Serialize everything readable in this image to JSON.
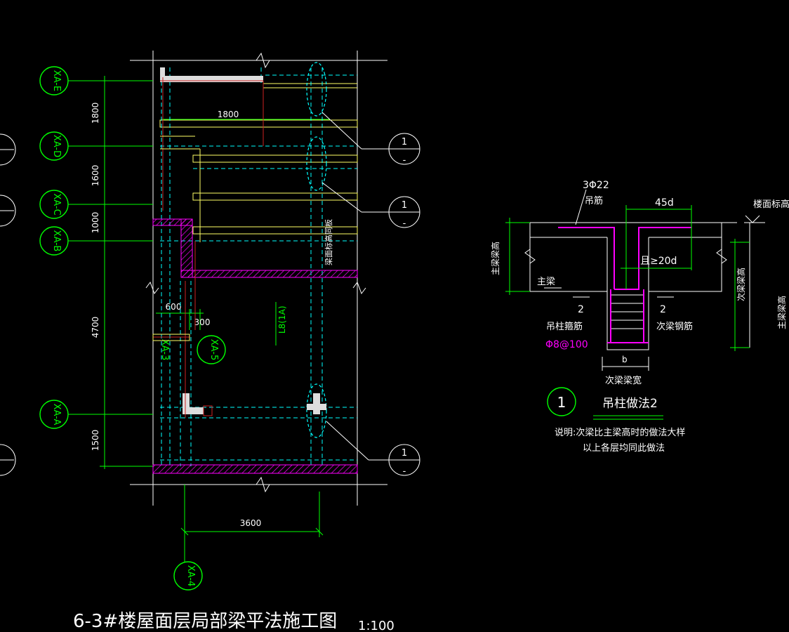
{
  "colors": {
    "background": "#000000",
    "axis_line": "#ffffff",
    "bubble": "#00ff00",
    "dimension": "#00ff00",
    "beam_dashed": "#00ffff",
    "beam_yellow": "#ffff66",
    "hatch_magenta": "#ff00ff",
    "wall_gray": "#e0e0e0",
    "dark_red": "#cc2222",
    "title_white": "#ffffff"
  },
  "plan": {
    "axis_bubbles_left": [
      "XA-E",
      "XA-D",
      "XA-C",
      "XA-B",
      "XA-A"
    ],
    "axis_bubble_bottom": "XA-4",
    "inner_bubbles": [
      "XA-3",
      "XA-5"
    ],
    "vertical_dims": [
      "1800",
      "1600",
      "1000",
      "4700",
      "1500"
    ],
    "horizontal_dims": {
      "beam_span": "1800",
      "small_600": "600",
      "small_300": "300",
      "bottom_span": "3600"
    },
    "beam_label": "L8(1A)",
    "vertical_note": "梁面标高同板",
    "detail_refs": [
      "1",
      "1",
      "1"
    ],
    "detail_ref_sub": "-"
  },
  "detail": {
    "top_rebar": "3Φ22",
    "hanging_bar": "吊筋",
    "anchor_45d": "45d",
    "floor_elev": "楼面标高",
    "anchor_20d": "且≥20d",
    "main_beam_height": "主梁梁高",
    "main_beam": "主梁",
    "secondary_beam_height": "次梁梁高",
    "far_label": "主梁梁高",
    "section_left": "2",
    "section_right": "2",
    "stirrup_label": "吊柱箍筋",
    "secondary_rebar": "次梁钢筋",
    "stirrup_spec": "Φ8@100",
    "width_b": "b",
    "secondary_width": "次梁梁宽",
    "detail_number": "1",
    "detail_title": "吊柱做法2",
    "note_line1": "说明:次梁比主梁高时的做法大样",
    "note_line2": "以上各层均同此做法"
  },
  "title": {
    "main": "6-3#楼屋面层局部梁平法施工图",
    "scale": "1:100"
  }
}
